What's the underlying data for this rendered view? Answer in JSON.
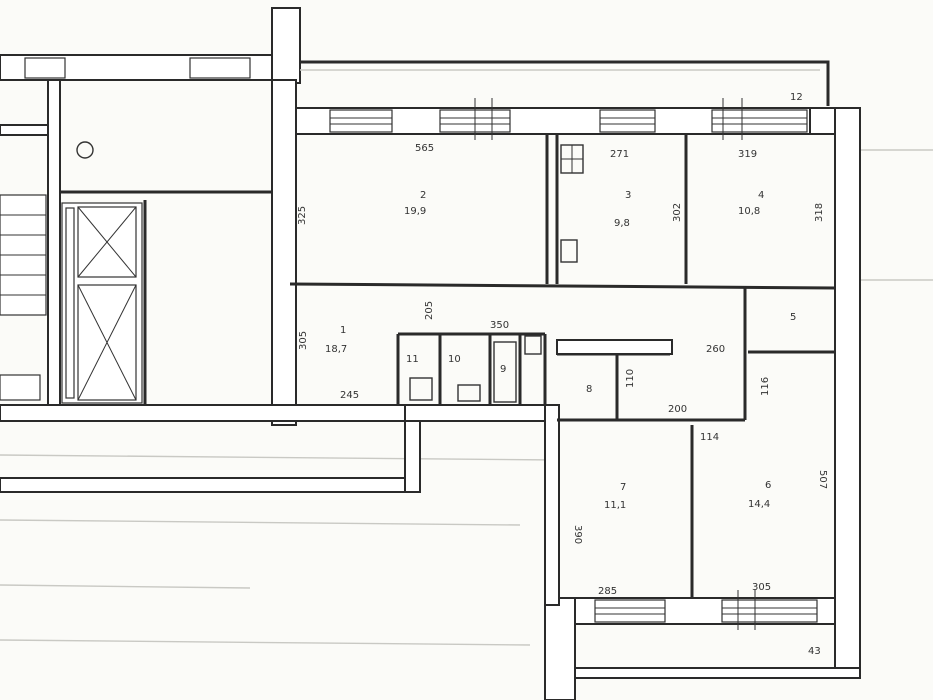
{
  "rooms": {
    "r2": {
      "num": "2",
      "area": "19,9"
    },
    "r3": {
      "num": "3",
      "area": "9,8"
    },
    "r4": {
      "num": "4",
      "area": "10,8"
    },
    "r1": {
      "num": "1",
      "area": "18,7"
    },
    "r5": {
      "num": "5"
    },
    "r6": {
      "num": "6",
      "area": "14,4"
    },
    "r7": {
      "num": "7",
      "area": "11,1"
    },
    "r8": {
      "num": "8"
    },
    "r9": {
      "num": "9"
    },
    "r10": {
      "num": "10"
    },
    "r11": {
      "num": "11"
    }
  },
  "dims": {
    "d565": "565",
    "d271": "271",
    "d319": "319",
    "d12": "12",
    "d325": "325",
    "d302": "302",
    "d318": "318",
    "d305": "305",
    "d205": "205",
    "d350": "350",
    "d245": "245",
    "d260": "260",
    "d110": "110",
    "d116": "116",
    "d200": "200",
    "d114": "114",
    "d507": "507",
    "d390": "390",
    "d285": "285",
    "d305b": "305",
    "d43": "43"
  }
}
